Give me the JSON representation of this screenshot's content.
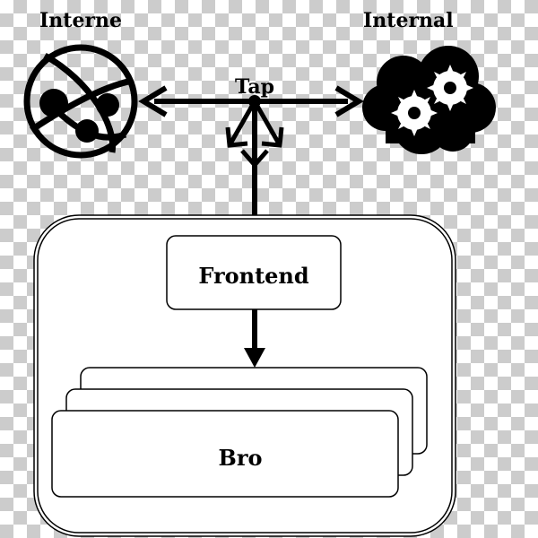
{
  "labels": {
    "internet": "Interne",
    "internal": "Internal",
    "tap": "Tap",
    "frontend": "Frontend",
    "bro": "Bro"
  },
  "icons": {
    "internet": "globe-network-icon",
    "internal": "cloud-gears-icon"
  },
  "colors": {
    "stroke": "#000000",
    "box_fill": "#ffffff",
    "checker": "#cccccc"
  }
}
